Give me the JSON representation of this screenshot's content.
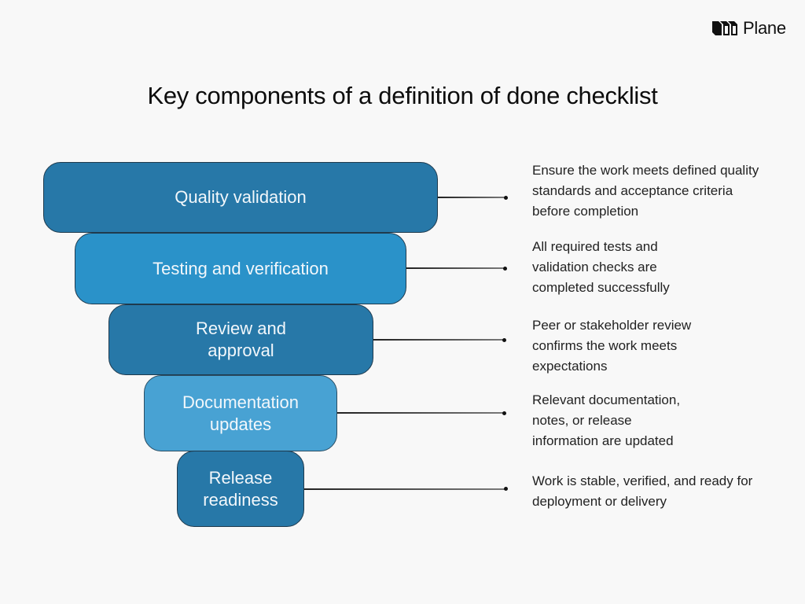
{
  "brand": {
    "logo_icon": "plane-logo-icon",
    "name": "Plane"
  },
  "title": "Key components of a definition of done checklist",
  "colors": {
    "dark_blue": "#2778a8",
    "mid_blue": "#2a92c9",
    "light_blue": "#48a2d3",
    "border": "#1f3a4d",
    "background": "#f8f8f8",
    "text_dark": "#1a1a1a"
  },
  "funnel": {
    "stages": [
      {
        "label_line1": "Quality validation",
        "label_line2": "",
        "color": "#2778a8",
        "description": "Ensure the work meets defined quality standards and acceptance criteria before completion"
      },
      {
        "label_line1": "Testing and verification",
        "label_line2": "",
        "color": "#2a92c9",
        "description": "All required tests and validation checks are completed successfully"
      },
      {
        "label_line1": "Review and",
        "label_line2": "approval",
        "color": "#2778a8",
        "description": "Peer or stakeholder review confirms the work meets expectations"
      },
      {
        "label_line1": "Documentation",
        "label_line2": "updates",
        "color": "#48a2d3",
        "description": "Relevant documentation, notes, or release information are updated"
      },
      {
        "label_line1": "Release",
        "label_line2": "readiness",
        "color": "#2778a8",
        "description": "Work is stable, verified, and ready for deployment or delivery"
      }
    ]
  }
}
